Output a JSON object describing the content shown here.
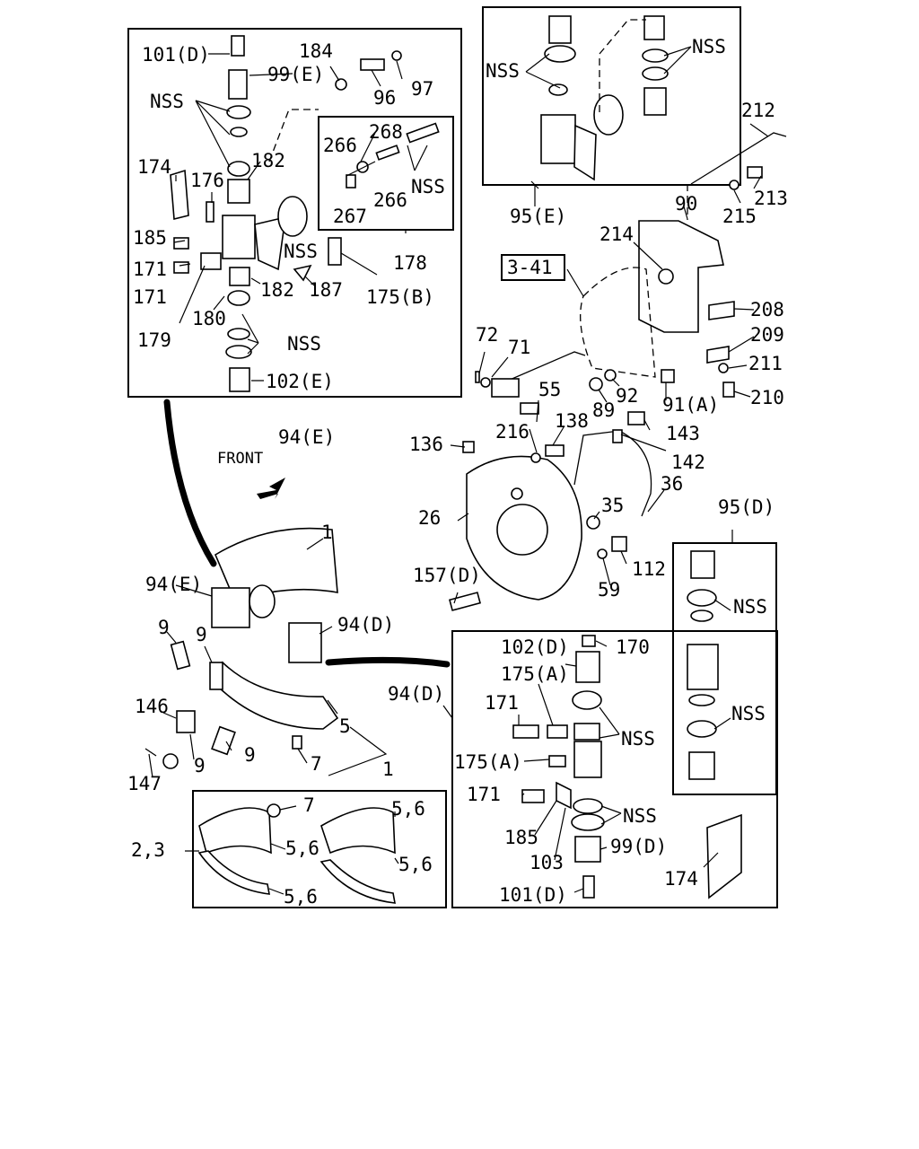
{
  "labels": {
    "l101d_top": "101(D)",
    "l184": "184",
    "l99e": "99(E)",
    "l97": "97",
    "l96": "96",
    "nss_a": "NSS",
    "l174_top": "174",
    "l176": "176",
    "l182_top": "182",
    "l266_a": "266",
    "l268": "268",
    "nss_inset": "NSS",
    "l267": "267",
    "l266_b": "266",
    "l185_top": "185",
    "nss_b": "NSS",
    "l171_a": "171",
    "l171_b": "171",
    "l187": "187",
    "l182_bot": "182",
    "l175b": "175(B)",
    "l178": "178",
    "l180": "180",
    "l179": "179",
    "nss_c": "NSS",
    "l102e": "102(E)",
    "l94e_box": "94(E)",
    "nss_95e_a": "NSS",
    "nss_95e_b": "NSS",
    "l95e": "95(E)",
    "l212": "212",
    "l90": "90",
    "l213": "213",
    "l215": "215",
    "l214": "214",
    "l3_41": "3-41",
    "l208": "208",
    "l209": "209",
    "l211": "211",
    "l210": "210",
    "l72": "72",
    "l71": "71",
    "l55": "55",
    "l89": "89",
    "l92": "92",
    "l91a": "91(A)",
    "l138": "138",
    "l143": "143",
    "l216": "216",
    "l142": "142",
    "l136": "136",
    "l36": "36",
    "l35": "35",
    "l26": "26",
    "l112": "112",
    "l157d": "157(D)",
    "l59": "59",
    "l95d": "95(D)",
    "nss_95d_a": "NSS",
    "nss_95d_b": "NSS",
    "front": "FRONT",
    "l1_top": "1",
    "l94e_assy": "94(E)",
    "l94d_assy": "94(D)",
    "l9_a": "9",
    "l9_b": "9",
    "l146": "146",
    "l9_c": "9",
    "l9_d": "9",
    "l147": "147",
    "l5": "5",
    "l7_bot": "7",
    "l1_bot": "1",
    "l2_3": "2,3",
    "l7_box": "7",
    "l56_a": "5,6",
    "l56_b": "5,6",
    "l56_c": "5,6",
    "l56_d": "5,6",
    "l102d": "102(D)",
    "l170": "170",
    "l175a_top": "175(A)",
    "l171_c": "171",
    "nss_d": "NSS",
    "l94d_box": "94(D)",
    "l175a_bot": "175(A)",
    "l171_d": "171",
    "nss_e": "NSS",
    "l185_bot": "185",
    "l99d": "99(D)",
    "l103": "103",
    "l174_bot": "174",
    "l101d_bot": "101(D)"
  }
}
